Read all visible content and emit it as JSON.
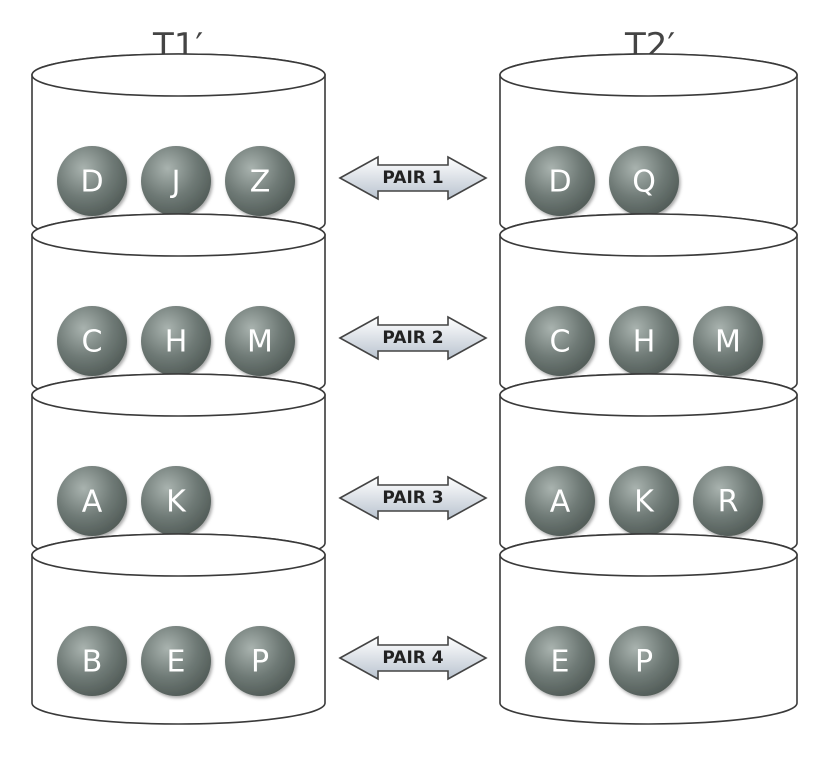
{
  "stacks": [
    {
      "title": "T1′",
      "disks": [
        [
          "D",
          "J",
          "Z"
        ],
        [
          "C",
          "H",
          "M"
        ],
        [
          "A",
          "K"
        ],
        [
          "B",
          "E",
          "P"
        ]
      ]
    },
    {
      "title": "T2′",
      "disks": [
        [
          "D",
          "Q"
        ],
        [
          "C",
          "H",
          "M"
        ],
        [
          "A",
          "K",
          "R"
        ],
        [
          "E",
          "P"
        ]
      ]
    }
  ],
  "pairs": [
    "PAIR 1",
    "PAIR 2",
    "PAIR 3",
    "PAIR 4"
  ],
  "colors": {
    "node_fill": "#6f7a76",
    "node_fill_dark": "#4e5854",
    "node_highlight": "#a9b3af",
    "arrow_light": "#ffffff",
    "arrow_shade": "#b9c3cf",
    "disk_outline": "#3a3a3a"
  }
}
